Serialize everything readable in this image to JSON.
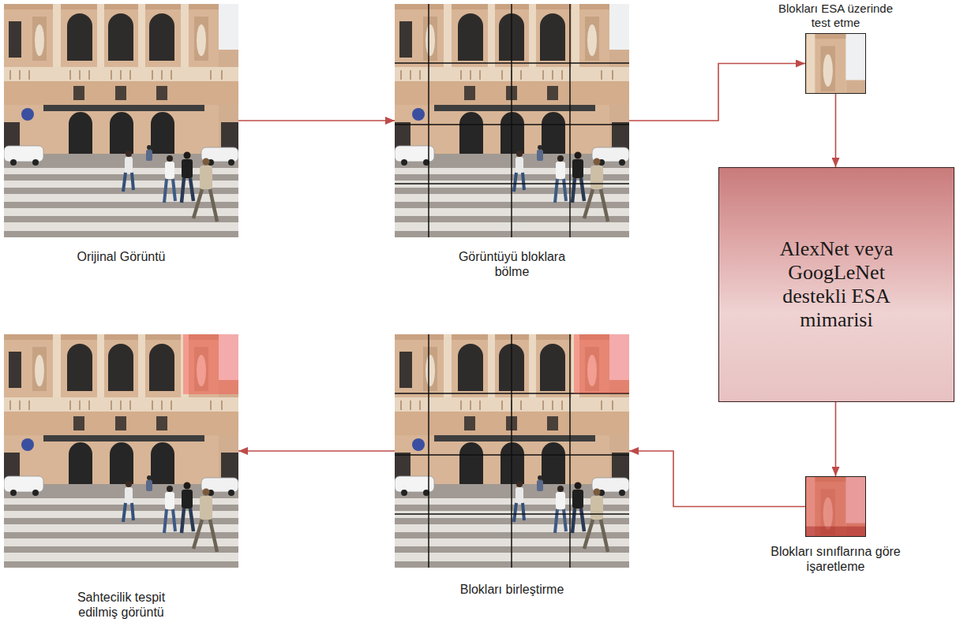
{
  "diagram": {
    "nodes": [
      {
        "text": [
          "Orijinal Görüntü"
        ]
      },
      {
        "text": [
          "Görüntüyü bloklara bölme"
        ]
      },
      {
        "text": [
          "Blokları ESA üzerinde test etme"
        ]
      },
      {
        "text": [
          "AlexNet veya GoogLeNet destekli ESA mimarisi"
        ]
      },
      {
        "text": [
          "Blokları sınıflarına göre işaretleme"
        ]
      },
      {
        "text": [
          "Blokları birleştirme"
        ]
      },
      {
        "text": [
          "Sahtecilik tespit edilmiş görüntü"
        ]
      }
    ],
    "edges": [
      {
        "from": 0,
        "to": 1,
        "arrow": "to"
      },
      {
        "from": 1,
        "to": 2,
        "arrow": "to"
      },
      {
        "from": 2,
        "to": 3,
        "arrow": "to"
      },
      {
        "from": 3,
        "to": 4,
        "arrow": "to"
      },
      {
        "from": 4,
        "to": 5,
        "arrow": "to"
      },
      {
        "from": 5,
        "to": 6,
        "arrow": "to"
      }
    ]
  }
}
